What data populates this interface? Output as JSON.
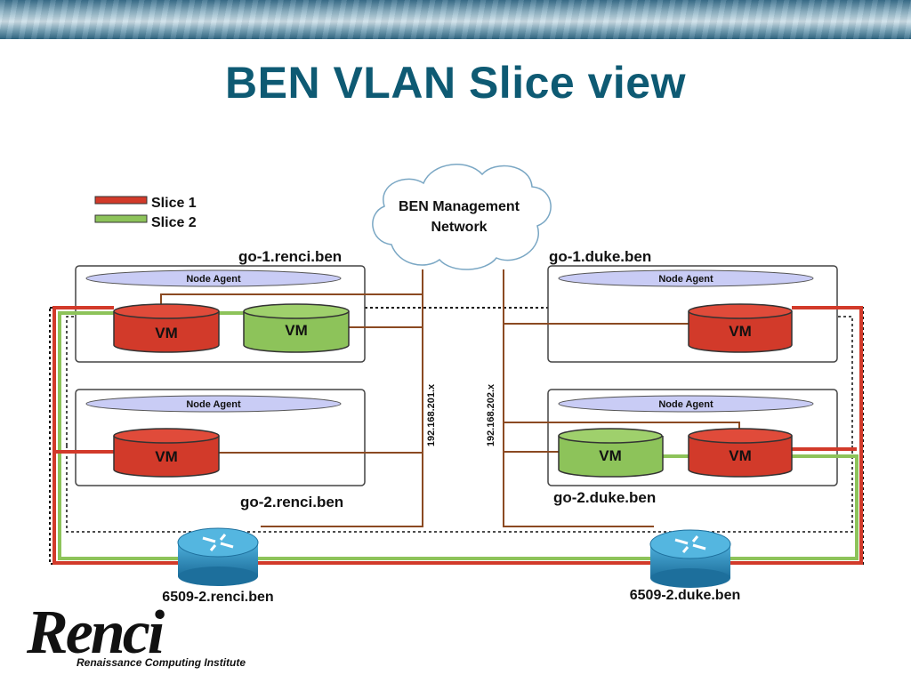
{
  "title": "BEN VLAN Slice view",
  "legend": [
    {
      "label": "Slice 1",
      "color": "#d23a2a"
    },
    {
      "label": "Slice 2",
      "color": "#8dc35a"
    }
  ],
  "cloud": {
    "line1": "BEN Management",
    "line2": "Network"
  },
  "vlan_labels": {
    "left": "192.168.201.x",
    "right": "192.168.202.x"
  },
  "hosts": {
    "go1_renci": "go-1.renci.ben",
    "go2_renci": "go-2.renci.ben",
    "go1_duke": "go-1.duke.ben",
    "go2_duke": "go-2.duke.ben"
  },
  "node_agent_label": "Node Agent",
  "vm_label": "VM",
  "routers": {
    "renci": "6509-2.renci.ben",
    "duke": "6509-2.duke.ben"
  },
  "logo": {
    "word": "Renci",
    "subtitle": "Renaissance Computing Institute"
  },
  "colors": {
    "title": "#0e5a73",
    "slice1": "#d23a2a",
    "slice2": "#8dc35a",
    "mgmt_line": "#8b4a22",
    "node_agent_fill": "#c9ccf5",
    "router": "#2a88b8"
  }
}
